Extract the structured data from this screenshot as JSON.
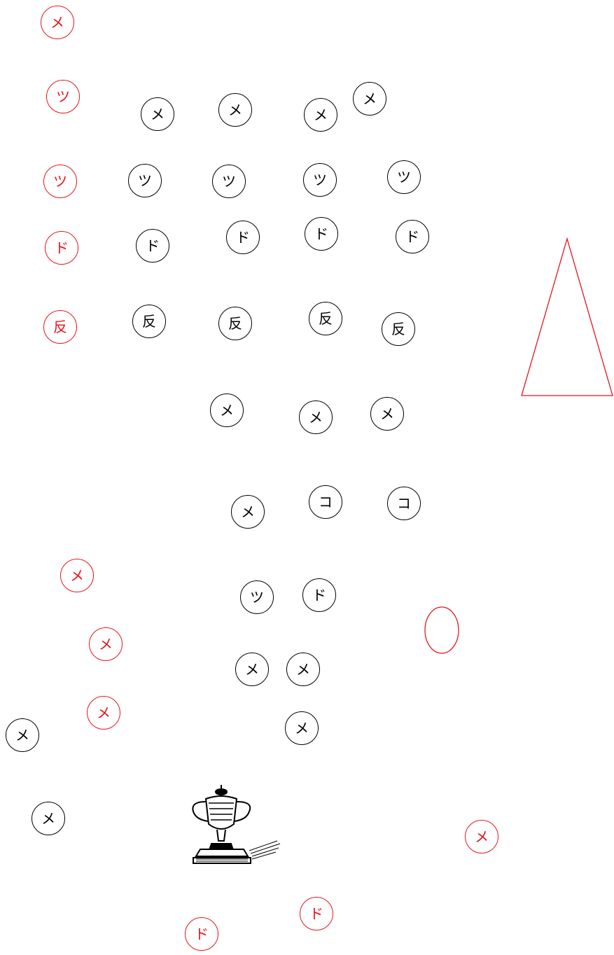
{
  "tokens": [
    {
      "text": "メ",
      "color": "red"
    },
    {
      "text": "ツ",
      "color": "red"
    },
    {
      "text": "メ",
      "color": "black"
    },
    {
      "text": "メ",
      "color": "black"
    },
    {
      "text": "メ",
      "color": "black"
    },
    {
      "text": "メ",
      "color": "black"
    },
    {
      "text": "ツ",
      "color": "red"
    },
    {
      "text": "ツ",
      "color": "black"
    },
    {
      "text": "ツ",
      "color": "black"
    },
    {
      "text": "ツ",
      "color": "black"
    },
    {
      "text": "ツ",
      "color": "black"
    },
    {
      "text": "ド",
      "color": "red"
    },
    {
      "text": "ド",
      "color": "black"
    },
    {
      "text": "ド",
      "color": "black"
    },
    {
      "text": "ド",
      "color": "black"
    },
    {
      "text": "ド",
      "color": "black"
    },
    {
      "text": "反",
      "color": "red"
    },
    {
      "text": "反",
      "color": "black"
    },
    {
      "text": "反",
      "color": "black"
    },
    {
      "text": "反",
      "color": "black"
    },
    {
      "text": "反",
      "color": "black"
    },
    {
      "text": "メ",
      "color": "black"
    },
    {
      "text": "メ",
      "color": "black"
    },
    {
      "text": "メ",
      "color": "black"
    },
    {
      "text": "メ",
      "color": "black"
    },
    {
      "text": "コ",
      "color": "black"
    },
    {
      "text": "コ",
      "color": "black"
    },
    {
      "text": "メ",
      "color": "red"
    },
    {
      "text": "ツ",
      "color": "black"
    },
    {
      "text": "ド",
      "color": "black"
    },
    {
      "text": "メ",
      "color": "red"
    },
    {
      "text": "メ",
      "color": "black"
    },
    {
      "text": "メ",
      "color": "black"
    },
    {
      "text": "メ",
      "color": "red"
    },
    {
      "text": "メ",
      "color": "black"
    },
    {
      "text": "メ",
      "color": "black"
    },
    {
      "text": "メ",
      "color": "black"
    },
    {
      "text": "メ",
      "color": "red"
    },
    {
      "text": "ド",
      "color": "red"
    },
    {
      "text": "ド",
      "color": "red"
    }
  ],
  "shapes": {
    "triangle": "red-outline-triangle",
    "ellipse": "red-outline-ellipse"
  },
  "icons": {
    "trophy": "trophy-icon"
  },
  "colors": {
    "red": "#e8141b",
    "black": "#000000"
  }
}
